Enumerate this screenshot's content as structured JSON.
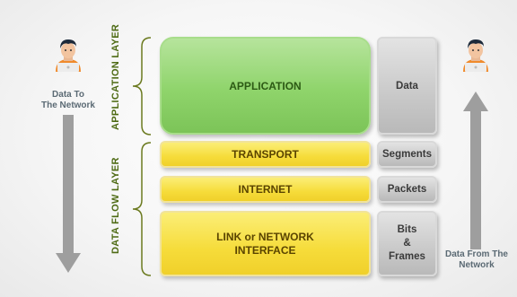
{
  "layers": {
    "application_layer_label": "APPLICATION LAYER",
    "data_flow_layer_label": "DATA FLOW LAYER"
  },
  "boxes": {
    "application": "APPLICATION",
    "transport": "TRANSPORT",
    "internet": "INTERNET",
    "link_line1": "LINK or NETWORK",
    "link_line2": "INTERFACE"
  },
  "pdu": {
    "data": "Data",
    "segments": "Segments",
    "packets": "Packets",
    "bits_line1": "Bits",
    "bits_line2": "&",
    "bits_line3": "Frames"
  },
  "left": {
    "label_line1": "Data To",
    "label_line2": "The Network"
  },
  "right": {
    "label_line1": "Data From The",
    "label_line2": "Network"
  },
  "colors": {
    "application": "#8fd46b",
    "yellow": "#f6dc3a",
    "grey": "#c9c9c9",
    "bracket": "#6b7a1f",
    "label_green": "#4e6b14",
    "arrow": "#9e9e9e"
  },
  "icons": {
    "left_person": "person-laptop-icon",
    "right_person": "person-laptop-icon"
  }
}
